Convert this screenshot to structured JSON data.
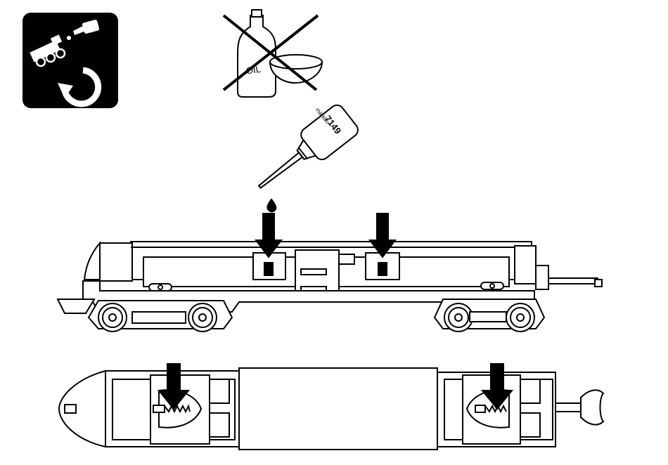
{
  "page": {
    "background": "#ffffff",
    "ink": "#000000"
  },
  "maintenance_icon": {
    "icon": "maintenance-lubrication-cycle-icon",
    "background": "#000000",
    "foreground": "#ffffff"
  },
  "no_oil_warning": {
    "icon": "no-oil-crossed-out-icon",
    "bottle_label": "OIL"
  },
  "oil_dispenser": {
    "icon": "oil-dispenser-bottle-icon",
    "brand": "märklin",
    "article_number": "7149"
  },
  "lubrication_points": {
    "count": 4,
    "icon": "down-arrow-icon"
  },
  "views": [
    {
      "name": "side-view",
      "icon": "locomotive-side-view-icon"
    },
    {
      "name": "bottom-view",
      "icon": "locomotive-underside-view-icon"
    }
  ]
}
